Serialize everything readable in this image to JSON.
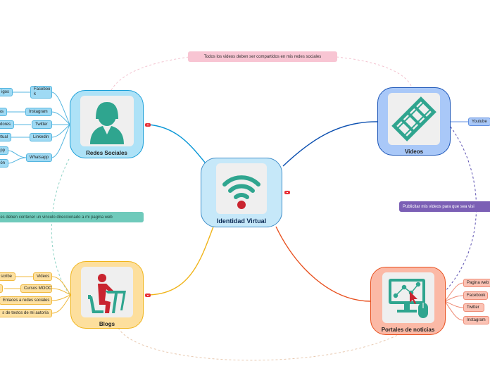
{
  "center": {
    "title": "Identidad Virtual",
    "icon": "wifi-icon"
  },
  "redes": {
    "title": "Redes Sociales",
    "icon": "user-icon",
    "items": [
      "Faceboo\nk",
      "Instagram",
      "Twitter",
      "Linkedin",
      "Whatsapp"
    ],
    "sub": [
      "igos",
      "as",
      "dores",
      "rtual",
      "pp",
      "ón"
    ]
  },
  "videos": {
    "title": "Videos",
    "icon": "film-icon",
    "items": [
      "Youtube"
    ]
  },
  "blogs": {
    "title": "Blogs",
    "icon": "desk-icon",
    "items": [
      "Videos",
      "Cursos MOOC",
      "Enlaces a redes sociales",
      "s de textos de mi autoría"
    ],
    "sub": [
      "scribe",
      ""
    ]
  },
  "portales": {
    "title": "Portales de noticias",
    "icon": "computer-icon",
    "items": [
      "Pagina web",
      "Facebook",
      "Twitter",
      "Instagram"
    ]
  },
  "relations": {
    "top": "Todos los videos deben ser compartidos en mis redes sociales",
    "left": "les deben contener un vinculo direccionado a mi pagina web",
    "right": "Publicitar mis videos para que sea visi"
  },
  "colors": {
    "blue": "#0a97d6",
    "navy": "#0b4fb0",
    "yellow": "#f0b41a",
    "orange": "#e8501e",
    "teal": "#2fa58f",
    "red": "#c9242f",
    "relation_purple": "#7b5fb5",
    "relation_teal": "#6fcabb",
    "relation_pink": "#f8c5d3"
  }
}
